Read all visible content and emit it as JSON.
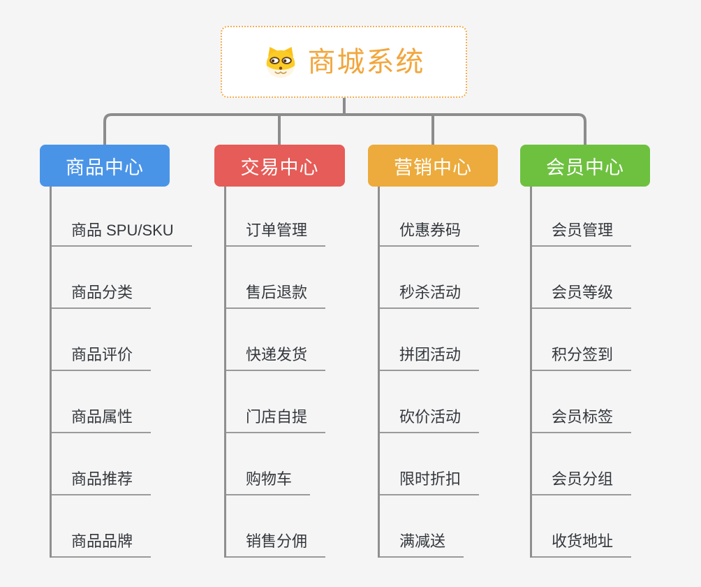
{
  "root": {
    "title": "商城系统",
    "icon": "shiba-dog-face"
  },
  "branches": [
    {
      "label": "商品中心",
      "color": "#4a94e8",
      "children": [
        "商品 SPU/SKU",
        "商品分类",
        "商品评价",
        "商品属性",
        "商品推荐",
        "商品品牌"
      ]
    },
    {
      "label": "交易中心",
      "color": "#e65c58",
      "children": [
        "订单管理",
        "售后退款",
        "快递发货",
        "门店自提",
        "购物车",
        "销售分佣"
      ]
    },
    {
      "label": "营销中心",
      "color": "#ecab3c",
      "children": [
        "优惠券码",
        "秒杀活动",
        "拼团活动",
        "砍价活动",
        "限时折扣",
        "满减送"
      ]
    },
    {
      "label": "会员中心",
      "color": "#6dc13f",
      "children": [
        "会员管理",
        "会员等级",
        "积分签到",
        "会员标签",
        "会员分组",
        "收货地址"
      ]
    }
  ],
  "colors": {
    "background": "#f5f5f5",
    "connector": "#8c8c8c",
    "underline": "#9a9a9a",
    "root_accent": "#f2a63c",
    "leaf_text": "#33373c"
  }
}
